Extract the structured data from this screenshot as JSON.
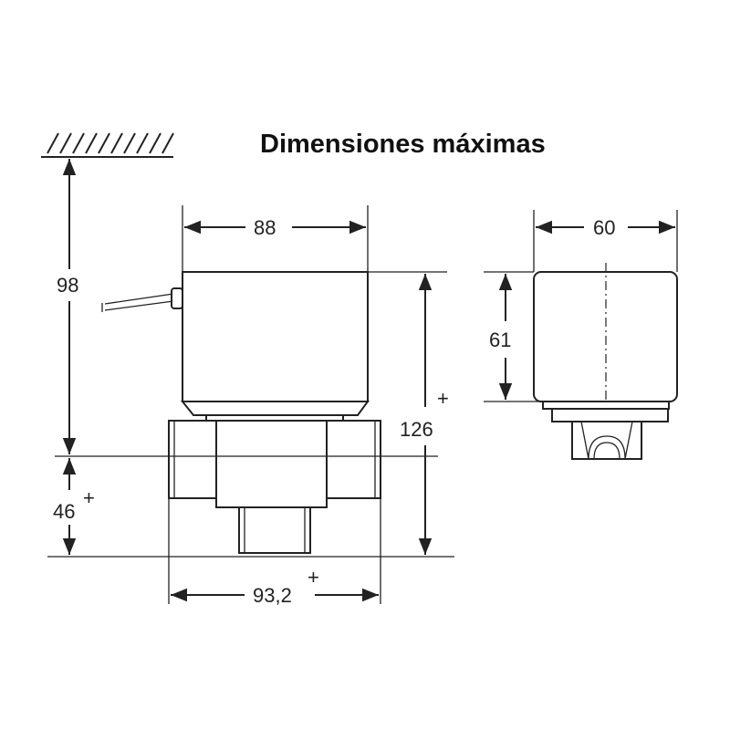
{
  "title": "Dimensiones máximas",
  "dimensions": {
    "coil_width": "88",
    "side_width": "60",
    "total_height_from_wall": "98",
    "side_coil_height": "61",
    "overall_height": "126",
    "body_height": "46",
    "body_width": "93,2",
    "plus_sign": "+"
  }
}
